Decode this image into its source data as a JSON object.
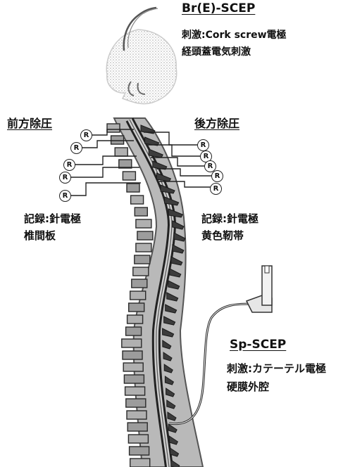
{
  "brain_group": {
    "title": "Br(E)-SCEP",
    "line1": "刺激:Cork screw電極",
    "line2": "経頭蓋電気刺激"
  },
  "anterior": {
    "title": "前方除圧",
    "rec1": "記録:針電極",
    "rec2": "椎間板",
    "electrode_label": "R"
  },
  "posterior": {
    "title": "後方除圧",
    "rec1": "記録:針電極",
    "rec2": "黄色靭帯",
    "electrode_label": "R"
  },
  "spinal_group": {
    "title": "Sp-SCEP",
    "line1": "刺激:カテーテル電極",
    "line2": "硬膜外腔"
  }
}
